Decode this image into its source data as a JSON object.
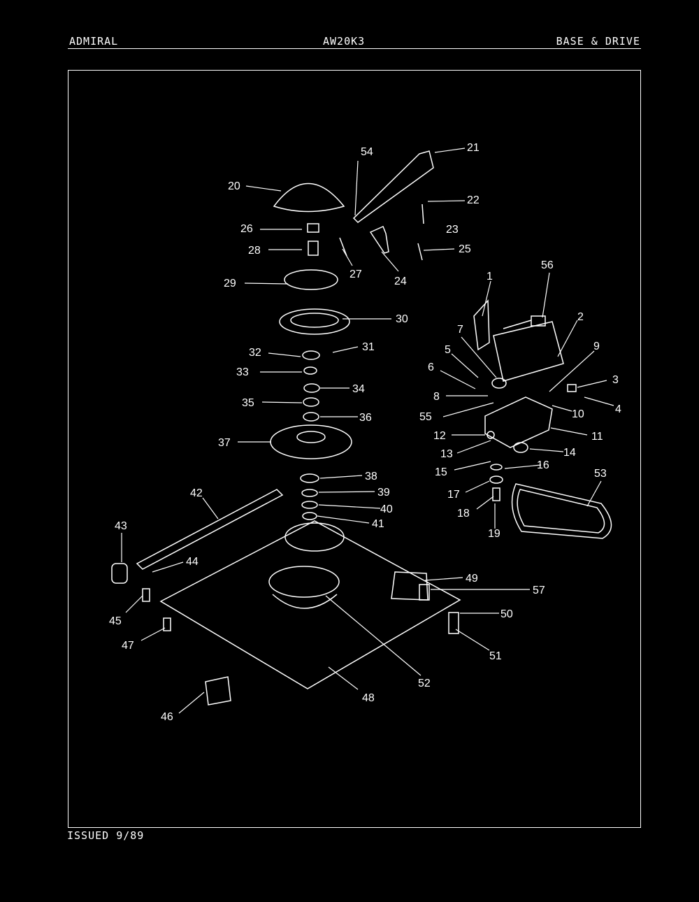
{
  "header": {
    "brand": "ADMIRAL",
    "model": "AW20K3",
    "section": "BASE & DRIVE"
  },
  "footer": {
    "issued": "ISSUED 9/89"
  },
  "callouts": [
    "1",
    "2",
    "3",
    "4",
    "5",
    "6",
    "7",
    "8",
    "9",
    "10",
    "11",
    "12",
    "13",
    "14",
    "15",
    "16",
    "17",
    "18",
    "19",
    "20",
    "21",
    "22",
    "23",
    "24",
    "25",
    "26",
    "27",
    "28",
    "29",
    "30",
    "31",
    "32",
    "33",
    "34",
    "35",
    "36",
    "37",
    "38",
    "39",
    "40",
    "41",
    "42",
    "43",
    "44",
    "45",
    "46",
    "47",
    "48",
    "49",
    "50",
    "51",
    "52",
    "53",
    "54",
    "55",
    "56",
    "57"
  ]
}
